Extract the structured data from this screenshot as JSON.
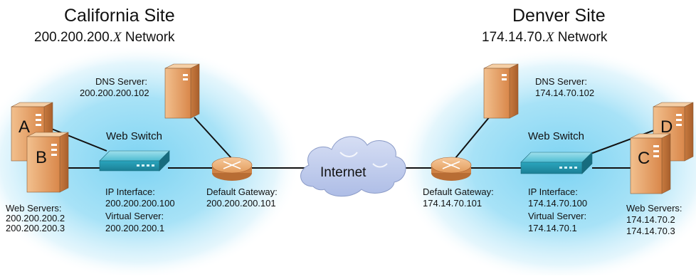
{
  "california": {
    "title": "California Site",
    "network_prefix": "200.200.200.",
    "network_var": "X",
    "network_suffix": " Network",
    "dns": {
      "label": "DNS Server:",
      "ip": "200.200.200.102"
    },
    "switch_label": "Web Switch",
    "ip_interface": {
      "label": "IP Interface:",
      "ip": "200.200.200.100"
    },
    "virtual_server": {
      "label": "Virtual Server:",
      "ip": "200.200.200.1"
    },
    "gateway": {
      "label": "Default Gateway:",
      "ip": "200.200.200.101"
    },
    "web_servers": {
      "label": "Web Servers:",
      "ips": [
        "200.200.200.2",
        "200.200.200.3"
      ]
    },
    "server_letters": [
      "A",
      "B"
    ]
  },
  "denver": {
    "title": "Denver Site",
    "network_prefix": "174.14.70.",
    "network_var": "X",
    "network_suffix": " Network",
    "dns": {
      "label": "DNS Server:",
      "ip": "174.14.70.102"
    },
    "switch_label": "Web Switch",
    "ip_interface": {
      "label": "IP Interface:",
      "ip": "174.14.70.100"
    },
    "virtual_server": {
      "label": "Virtual Server:",
      "ip": "174.14.70.1"
    },
    "gateway": {
      "label": "Default Gateway:",
      "ip": "174.14.70.101"
    },
    "web_servers": {
      "label": "Web Servers:",
      "ips": [
        "174.14.70.2",
        "174.14.70.3"
      ]
    },
    "server_letters": [
      "D",
      "C"
    ]
  },
  "internet_label": "Internet",
  "colors": {
    "site_glow": "#7cd3f2",
    "server_tan": "#e8a66a",
    "switch_teal": "#2aa5bd",
    "router_tan": "#e9a86f",
    "cloud": "#b9c8ea",
    "link": "#111111"
  }
}
